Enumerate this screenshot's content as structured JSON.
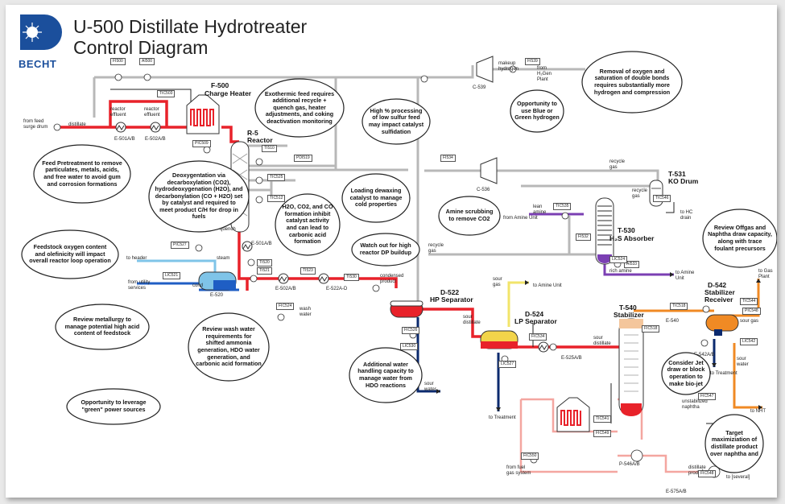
{
  "title": {
    "line1": "U-500 Distillate Hydrotreater",
    "line2": "Control Diagram"
  },
  "logo": {
    "text": "BECHT"
  },
  "equipment": {
    "f500": "F-500",
    "f500b": "Charge Heater",
    "r500": "R-5",
    "r500b": "Reactor",
    "e501": "E-501A/B",
    "e502": "E-502A/B",
    "e501r": "E-501A/B",
    "e520": "E-520",
    "e502r": "E-502A/B",
    "e522": "E-522A-D",
    "d522": "D-522",
    "d522b": "HP Separator",
    "d524": "D-524",
    "d524b": "LP Separator",
    "e525": "E-525A/B",
    "t540": "T-540",
    "t540b": "Stabilizer",
    "e540": "E-540",
    "d542": "D-542",
    "d542b": "Stabilizer",
    "d542c": "Receiver",
    "e542": "E-542A/B",
    "t530": "T-530",
    "t530b": "H₂S Absorber",
    "t531": "T-531",
    "t531b": "KO Drum",
    "c539": "C-539",
    "c536": "C-536",
    "p546": "P-546A/B",
    "e575": "E-575A/B"
  },
  "line_labels": {
    "feed": "from feed surge drum",
    "distillate": "distillate",
    "reactor_eff1": "reactor effluent",
    "reactor_eff2": "reactor effluent",
    "makeup": "makeup hydrogen",
    "from_h2": "from H₂Gen Plant",
    "to_header": "to header",
    "steam": "steam",
    "cond": "cond",
    "from_util": "from utility services",
    "wash": "wash water",
    "cond_prod": "condensed product",
    "sour_gas": "sour gas",
    "to_amine": "to Amine Unit",
    "sour_dist": "sour distillate",
    "sour_water": "sour water",
    "to_treat": "to Treatment",
    "to_treat2": "to Treatment",
    "recycle_gas": "recycle gas",
    "recycle_gas2": "recycle gas",
    "recycle_gas3": "recycle gas",
    "lean_amine": "lean amine",
    "from_amine": "from Amine Unit",
    "rich_amine": "rich amine",
    "to_amine2": "to Amine Unit",
    "to_hc": "to HC drain",
    "to_gas": "to Gas Plant",
    "sour_gas2": "sour gas",
    "sour_water2": "sour water",
    "unstab": "unstabilized naphtha",
    "to_nht": "to NHT",
    "from_fuel": "from fuel gas system",
    "dist_prod": "distillate product",
    "to_several": "to [several]",
    "quench": "quench",
    "sour_dist2": "sour distillate"
  },
  "callouts": {
    "c1": "Feed Pretreatment to remove particulates, metals, acids, and free water to avoid gum and corrosion formations",
    "c2": "Exothermic feed requires additional recycle + quench gas, heater adjustments, and coking deactivation monitoring",
    "c3": "High % processing of low sulfur feed may impact catalyst sulfidation",
    "c4": "Opportunity to use Blue or Green hydrogen",
    "c5": "Removal of oxygen and saturation of double bonds requires substantially more hydrogen and compression",
    "c6": "Deoxygentation via decarboxylation (CO2), hydrodeoxygenation (H2O), and decarbonylation (CO + H2O) set by catalyst and required to meet product C/H for drop in fuels",
    "c7": "Loading dewaxing catalyst to manage cold properties",
    "c8": "H2O, CO2, and CO formation inhibit catalyst activity and can lead to carbonic acid formation",
    "c9": "Amine scrubbing to remove CO2",
    "c10": "Feedstock oxygen content and olefinicity will impact overall reactor loop operation",
    "c11": "Watch out for high reactor DP buildup",
    "c12": "Review Offgas and Naphtha draw capacity, along with trace foulant precursors",
    "c13": "Review metallurgy to manage potential high acid content of feedstock",
    "c14": "Review wash water requirements for shifted ammonia generation, HDO water generation, and carbonic acid formation",
    "c15": "Additional water handling capacity to manage water from HDO reactions",
    "c16": "Consider Jet draw or block operation to make bio-jet",
    "c17": "Opportunity to leverage \"green\" power sources",
    "c18": "Target maximiziation of distillate product over naphtha and"
  },
  "tags": {
    "t1": "FI500",
    "t2": "AI500",
    "t3": "TIC503",
    "t4": "FI539",
    "t5": "PIC509",
    "t6": "TI510",
    "t7": "PDI519",
    "t8": "TIC525",
    "t9": "TIC512",
    "t10": "FI534",
    "t11": "PIC527",
    "t12": "LIC521",
    "t13": "TI520",
    "t14": "TI521",
    "t15": "TI523",
    "t16": "FIC524",
    "t17": "TI530",
    "t18": "FIC526",
    "t19": "LIC530",
    "t20": "LIC527",
    "t21": "TIC518",
    "t22": "FIC518",
    "t23": "TIC544",
    "t24": "PIC548",
    "t25": "LIC542",
    "t26": "FIC547",
    "t27": "TIC541",
    "t28": "FIC549",
    "t29": "FIC550",
    "t30": "AI533",
    "t31": "LIC524",
    "t32": "FI532",
    "t33": "TIC535",
    "t34": "TIC546",
    "t35": "FIC534",
    "t36": "FIC548"
  },
  "colors": {
    "feed": "#e8222a",
    "recycle": "#b8b8b8",
    "steam": "#7fc4e8",
    "util": "#1f5ec4",
    "amine": "#7b3fb3",
    "sourwater": "#0b2a6e",
    "naphtha": "#f08a24",
    "gas": "#f2e46a",
    "salmon": "#f4a6a0",
    "logo": "#1b4f9c"
  }
}
